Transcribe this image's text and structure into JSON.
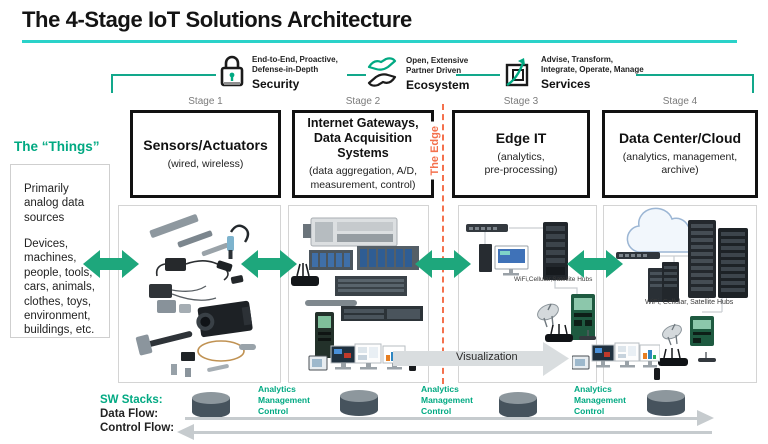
{
  "title": "The 4-Stage IoT Solutions Architecture",
  "banner": {
    "items": [
      {
        "icon": "lock-icon",
        "desc": "End-to-End, Proactive,\nDefense-in-Depth",
        "label": "Security"
      },
      {
        "icon": "partner-hands-icon",
        "desc": "Open, Extensive\nPartner Driven",
        "label": "Ecosystem"
      },
      {
        "icon": "growth-chart-icon",
        "desc": "Advise, Transform,\nIntegrate, Operate, Manage",
        "label": "Services"
      }
    ]
  },
  "stages": [
    {
      "label": "Stage 1",
      "title": "Sensors/Actuators",
      "subtitle": "(wired, wireless)"
    },
    {
      "label": "Stage 2",
      "title": "Internet Gateways,\nData Acquisition\nSystems",
      "subtitle": "(data aggregation, A/D,\nmeasurement, control)"
    },
    {
      "label": "Stage 3",
      "title": "Edge IT",
      "subtitle": "(analytics,\npre-processing)"
    },
    {
      "label": "Stage 4",
      "title": "Data Center/Cloud",
      "subtitle": "(analytics, management,\narchive)"
    }
  ],
  "things": {
    "heading": "The “Things”",
    "para1": "Primarily\nanalog data\nsources",
    "para2": "Devices,\nmachines,\npeople, tools,\ncars, animals,\nclothes, toys,\nenvironment,\nbuildings, etc."
  },
  "edge_label": "The Edge",
  "annotations": {
    "hubs_stage3": "WiFi,Cellular,Satellite Hubs",
    "hubs_stage4": "WiFi, Cellular, Satellite Hubs",
    "visualization": "Visualization",
    "stack": "Analytics\nManagement\nControl"
  },
  "footer": {
    "sw_stacks": "SW Stacks:",
    "data_flow": "Data Flow:",
    "control_flow": "Control Flow:"
  },
  "colors": {
    "teal_rule": "#2AD2C9",
    "green": "#01A982",
    "bracket_green": "#12A88B",
    "arrow_green": "#1EA77C",
    "edge_orange": "#F4714D",
    "cylinder_slate": "#46535D",
    "flow_gray": "#C6CBCE"
  }
}
